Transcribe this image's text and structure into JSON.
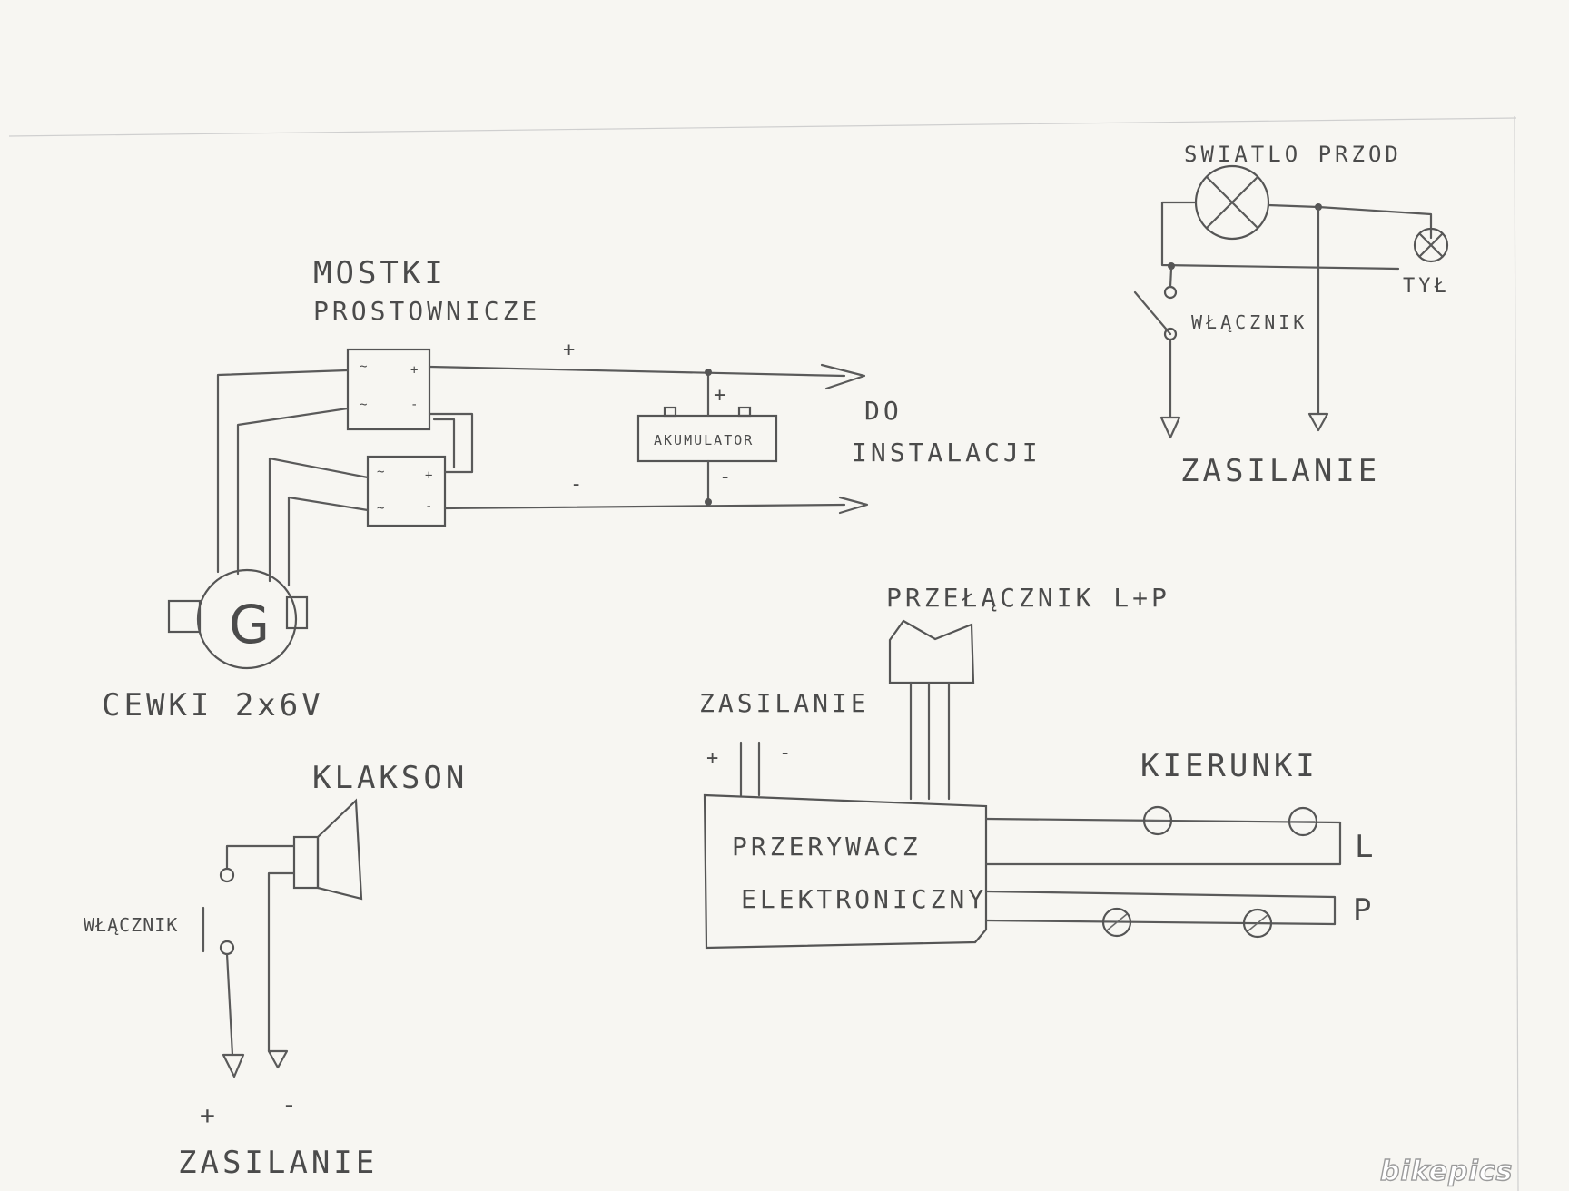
{
  "labels": {
    "mostki": [
      "MOSTKI",
      "PROSTOWNICZE"
    ],
    "generator_symbol": "G",
    "cewki": "CEWKI 2x6V",
    "akumulator": "AKUMULATOR",
    "do_instalacji": [
      "DO",
      "INSTALACJI"
    ],
    "plus": "+",
    "minus": "-",
    "bridge_ac": "~",
    "swiatlo_przod": "SWIATLO PRZOD",
    "tyl": "TYŁ",
    "wlacznik": "WŁĄCZNIK",
    "zasilanie": "ZASILANIE",
    "przelacznik": "PRZEŁĄCZNIK L+P",
    "przerywacz": [
      "PRZERYWACZ",
      "ELEKTRONICZNY"
    ],
    "kierunki": "KIERUNKI",
    "lewy": "L",
    "prawy": "P",
    "klakson": "KLAKSON",
    "wlacznik_klakson": "WŁĄCZNIK"
  },
  "watermark": "bikepics",
  "colors": {
    "paper": "#f7f6f2",
    "pencil": "#4b4b4b"
  }
}
